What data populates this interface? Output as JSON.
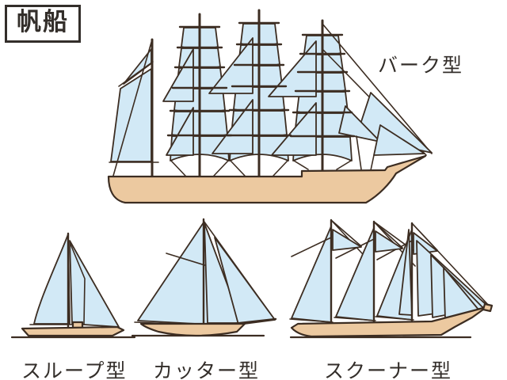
{
  "title": "帆船",
  "ships": [
    {
      "id": "bark",
      "label": "バーク型"
    },
    {
      "id": "sloop",
      "label": "スループ型"
    },
    {
      "id": "cutter",
      "label": "カッター型"
    },
    {
      "id": "schooner",
      "label": "スクーナー型"
    }
  ],
  "colors": {
    "background": "#ffffff",
    "sail": "#d2e9f6",
    "hull": "#ecc9a0",
    "outline": "#3c2d22",
    "text": "#332e2a"
  }
}
